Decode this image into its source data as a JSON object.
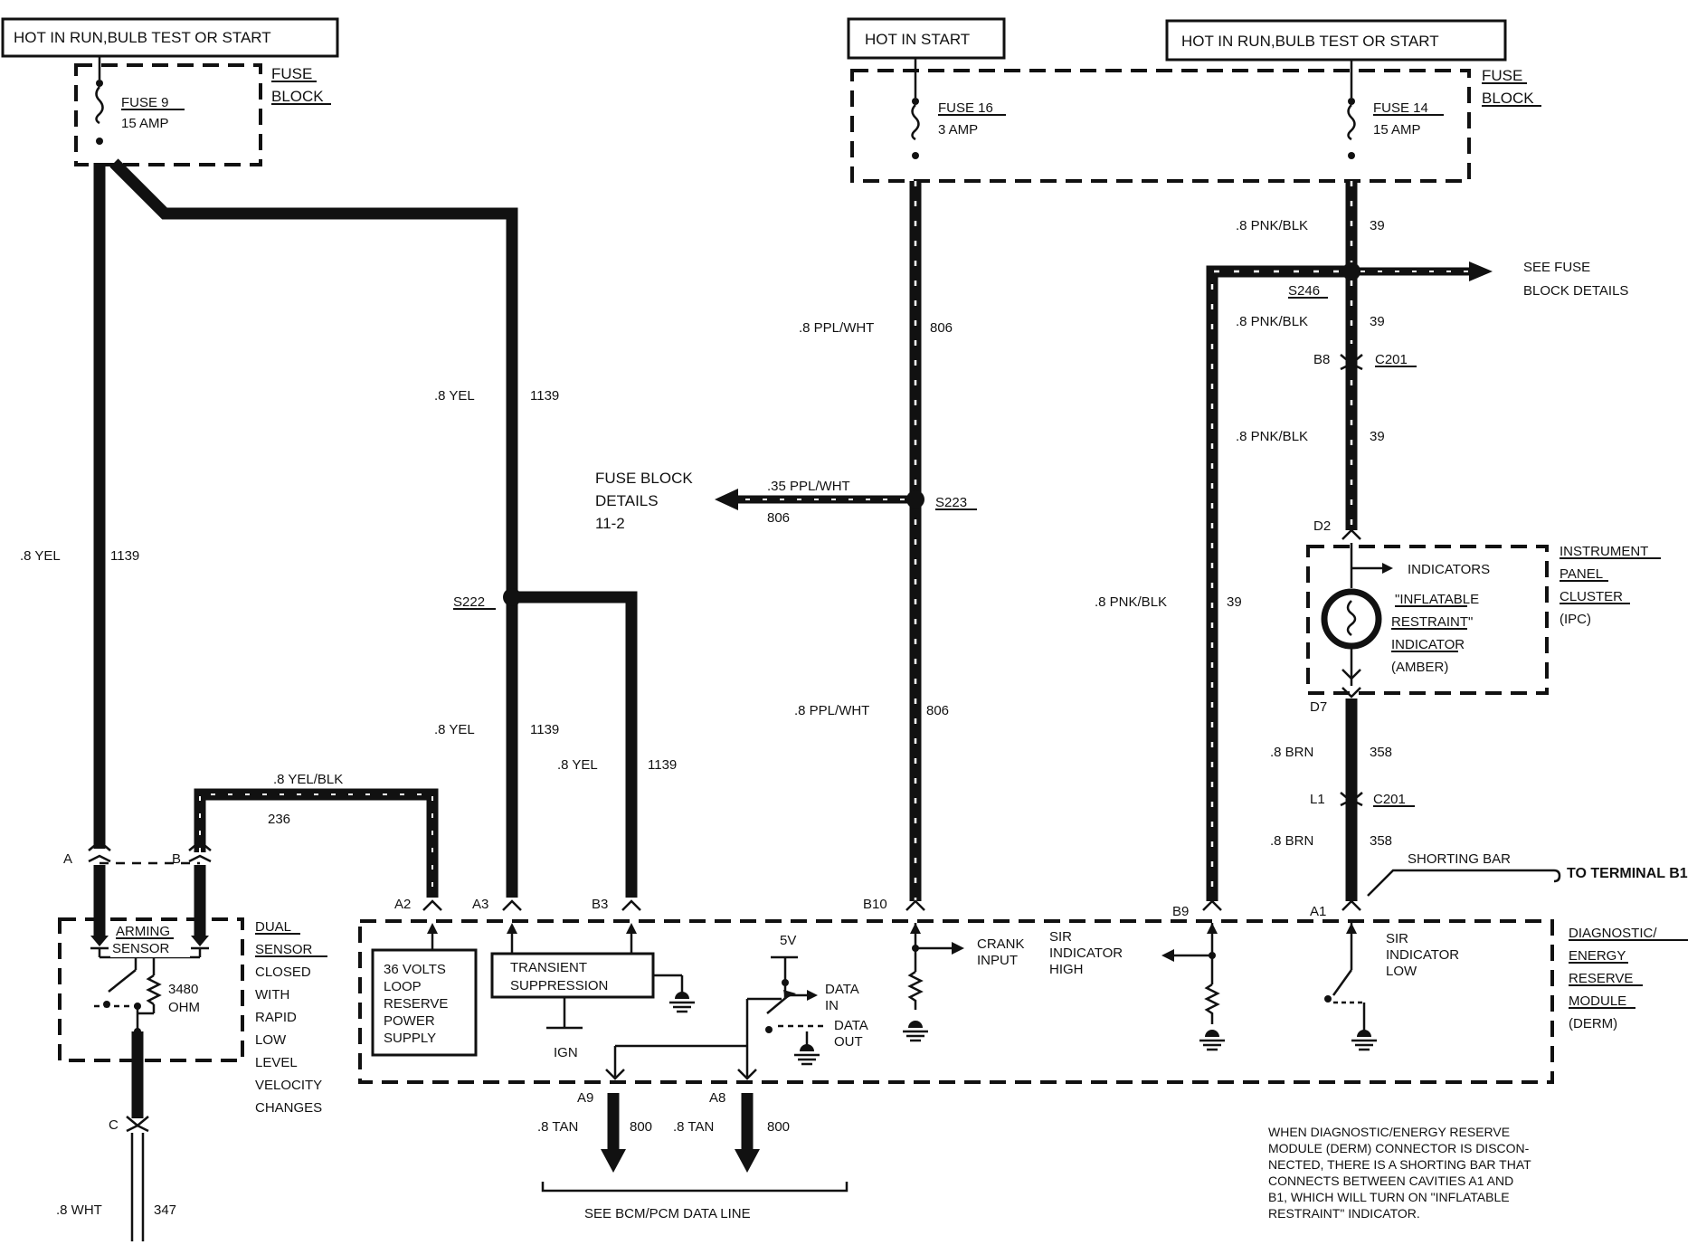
{
  "power": {
    "left": "HOT IN RUN,BULB TEST OR START",
    "start": "HOT IN START",
    "right": "HOT IN RUN,BULB TEST OR START"
  },
  "fuses": {
    "f9": {
      "name": "FUSE 9",
      "amp": "15 AMP"
    },
    "f16": {
      "name": "FUSE 16",
      "amp": "3 AMP"
    },
    "f14": {
      "name": "FUSE 14",
      "amp": "15 AMP"
    },
    "block_l1": "FUSE",
    "block_l2": "BLOCK"
  },
  "wires": {
    "yel_left": {
      "gauge": ".8 YEL",
      "circuit": "1139"
    },
    "yel_mid": {
      "gauge": ".8 YEL",
      "circuit": "1139"
    },
    "yel_low": {
      "gauge": ".8 YEL",
      "circuit": "1139"
    },
    "yel_b3": {
      "gauge": ".8 YEL",
      "circuit": "1139"
    },
    "yelblk": {
      "gauge": ".8 YEL/BLK",
      "circuit": "236"
    },
    "ppl_upper": {
      "gauge": ".8 PPL/WHT",
      "circuit": "806"
    },
    "ppl_lower": {
      "gauge": ".8 PPL/WHT",
      "circuit": "806"
    },
    "ppl_branch": {
      "gauge": ".35 PPL/WHT",
      "circuit": "806"
    },
    "pnk_1": {
      "gauge": ".8 PNK/BLK",
      "circuit": "39"
    },
    "pnk_2": {
      "gauge": ".8 PNK/BLK",
      "circuit": "39"
    },
    "pnk_3": {
      "gauge": ".8 PNK/BLK",
      "circuit": "39"
    },
    "pnk_b9": {
      "gauge": ".8 PNK/BLK",
      "circuit": "39"
    },
    "brn_1": {
      "gauge": ".8 BRN",
      "circuit": "358"
    },
    "brn_2": {
      "gauge": ".8 BRN",
      "circuit": "358"
    },
    "tan_a9": {
      "gauge": ".8 TAN",
      "circuit": "800"
    },
    "tan_a8": {
      "gauge": ".8 TAN",
      "circuit": "800"
    },
    "wht": {
      "gauge": ".8 WHT",
      "circuit": "347"
    }
  },
  "splices": {
    "s222": "S222",
    "s223": "S223",
    "s246": "S246"
  },
  "connectors": {
    "c201_top": "C201",
    "c201_bot": "C201",
    "b8": "B8",
    "l1": "L1",
    "d2": "D2",
    "d7": "D7",
    "a": "A",
    "b": "B",
    "c": "C",
    "a2": "A2",
    "a3": "A3",
    "b3": "B3",
    "b10": "B10",
    "b9": "B9",
    "a1": "A1",
    "a9": "A9",
    "a8": "A8"
  },
  "fuse_block_details": {
    "l1": "FUSE BLOCK",
    "l2": "DETAILS",
    "l3": "11-2"
  },
  "see_fuse": {
    "l1": "SEE FUSE",
    "l2": "BLOCK DETAILS"
  },
  "ipc": {
    "indicators": "INDICATORS",
    "ind1": "\"INFLATABLE",
    "ind2": "RESTRAINT\"",
    "ind3": "INDICATOR",
    "ind4": "(AMBER)",
    "l1": "INSTRUMENT",
    "l2": "PANEL",
    "l3": "CLUSTER",
    "l4": "(IPC)"
  },
  "sensor": {
    "arming1": "ARMING",
    "arming2": "SENSOR",
    "ohm1": "3480",
    "ohm2": "OHM",
    "d1": "DUAL",
    "d2": "SENSOR",
    "d3": "CLOSED",
    "d4": "WITH",
    "d5": "RAPID",
    "d6": "LOW",
    "d7": "LEVEL",
    "d8": "VELOCITY",
    "d9": "CHANGES"
  },
  "derm": {
    "loop1": "36 VOLTS",
    "loop2": "LOOP",
    "loop3": "RESERVE",
    "loop4": "POWER",
    "loop5": "SUPPLY",
    "trans1": "TRANSIENT",
    "trans2": "SUPPRESSION",
    "ign": "IGN",
    "v5": "5V",
    "din1": "DATA",
    "din2": "IN",
    "dout1": "DATA",
    "dout2": "OUT",
    "crank1": "CRANK",
    "crank2": "INPUT",
    "sirh1": "SIR",
    "sirh2": "INDICATOR",
    "sirh3": "HIGH",
    "sirl1": "SIR",
    "sirl2": "INDICATOR",
    "sirl3": "LOW",
    "m1": "DIAGNOSTIC/",
    "m2": "ENERGY",
    "m3": "RESERVE",
    "m4": "MODULE",
    "m5": "(DERM)"
  },
  "shorting_bar": "SHORTING BAR",
  "to_terminal": "TO TERMINAL B1",
  "see_bcm": "SEE BCM/PCM DATA LINE",
  "note": [
    "WHEN DIAGNOSTIC/ENERGY RESERVE",
    "MODULE (DERM) CONNECTOR IS DISCON-",
    "NECTED, THERE IS A SHORTING BAR THAT",
    "CONNECTS BETWEEN CAVITIES A1 AND",
    "B1, WHICH WILL TURN ON \"INFLATABLE",
    "RESTRAINT\" INDICATOR."
  ]
}
